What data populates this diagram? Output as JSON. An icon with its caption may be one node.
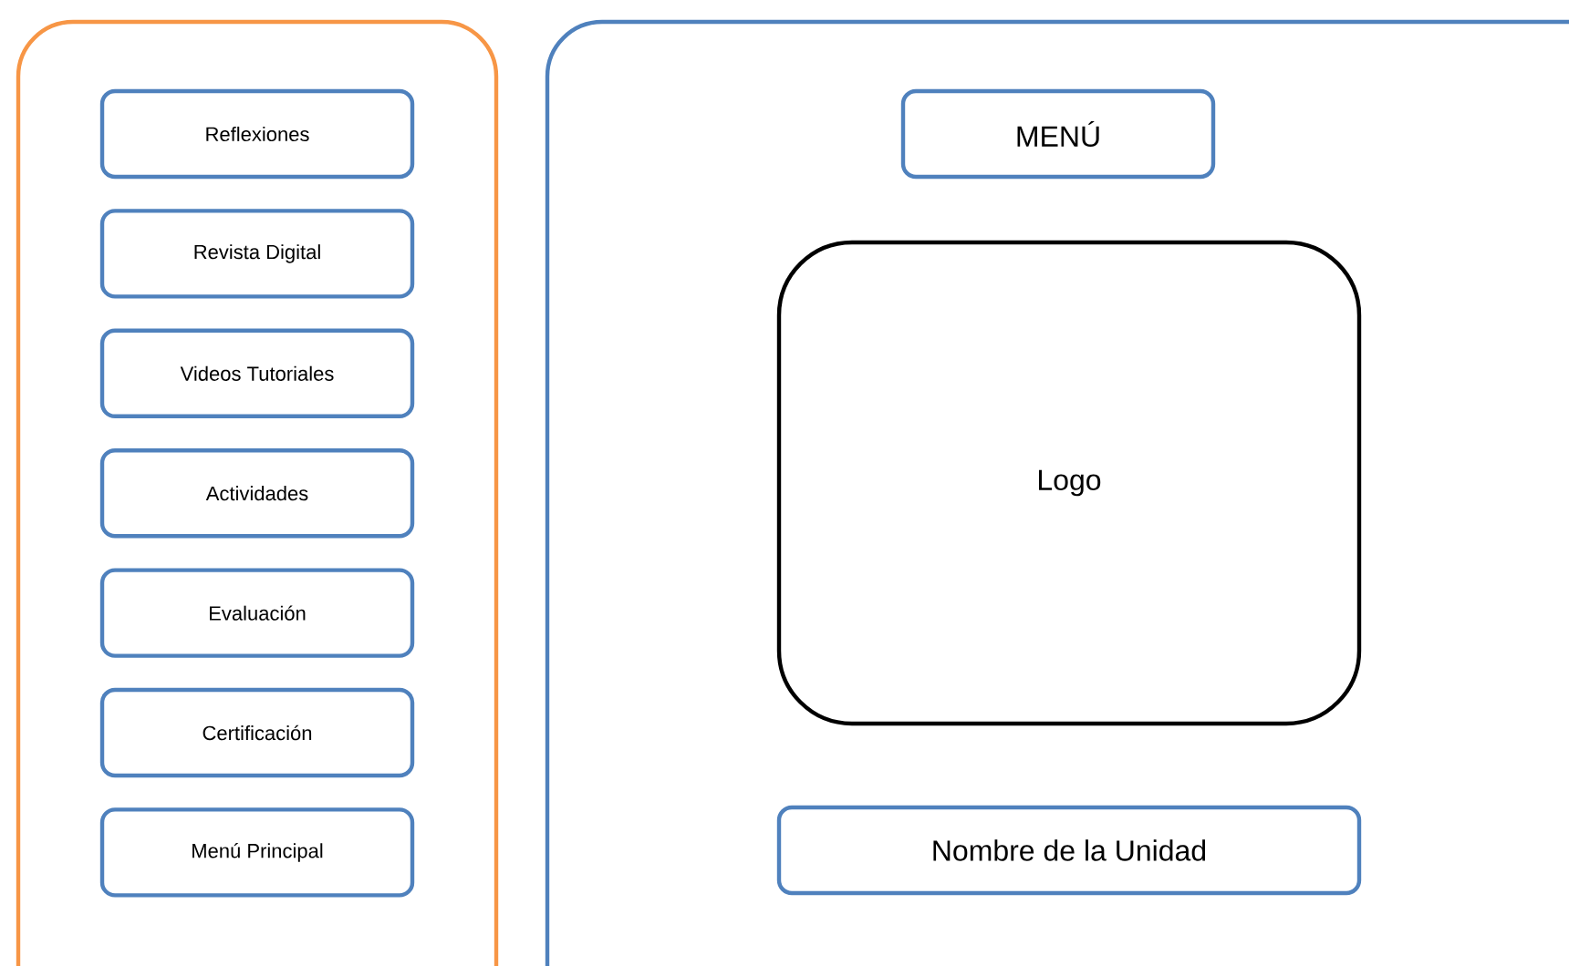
{
  "diagram": {
    "nodes": [
      {
        "text": [],
        "shape": "box"
      },
      {
        "text": [
          "Reflexiones"
        ],
        "in": 0
      },
      {
        "text": [
          "Revista Digital"
        ],
        "in": 0
      },
      {
        "text": [
          "Videos Tutoriales"
        ],
        "in": 0
      },
      {
        "text": [
          "Actividades"
        ],
        "in": 0
      },
      {
        "text": [
          "Evaluación"
        ],
        "in": 0
      },
      {
        "text": [
          "Certificación"
        ],
        "in": 0
      },
      {
        "text": [
          "Menú Principal"
        ],
        "in": 0
      },
      {
        "text": [],
        "shape": "box"
      },
      {
        "text": [
          "MENÚ"
        ],
        "in": 8
      },
      {
        "text": [
          "Logo"
        ],
        "in": 8
      },
      {
        "text": [
          "Nombre de la Unidad"
        ],
        "in": 8
      }
    ]
  }
}
